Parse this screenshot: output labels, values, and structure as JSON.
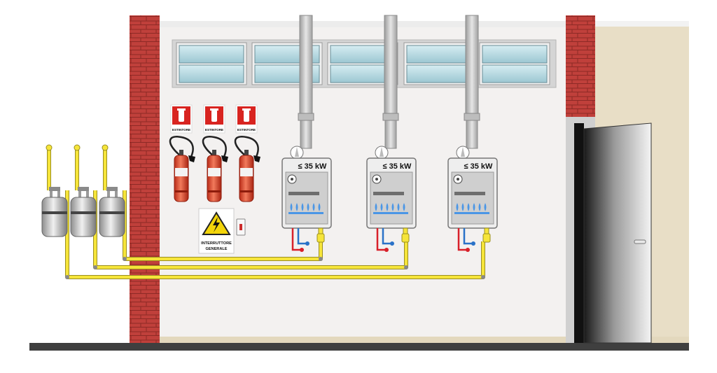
{
  "boilers": [
    {
      "power_label": "≤ 35 kW"
    },
    {
      "power_label": "≤ 35 kW"
    },
    {
      "power_label": "≤ 35 kW"
    }
  ],
  "extinguishers": [
    {
      "sign_label": "ESTINTORE"
    },
    {
      "sign_label": "ESTINTORE"
    },
    {
      "sign_label": "ESTINTORE"
    }
  ],
  "main_switch": {
    "label_line1": "INTERRUTTORE",
    "label_line2": "GENERALE"
  },
  "gas_meters": {
    "count": 3
  },
  "colors": {
    "wall": "#f3f1f0",
    "brick": "#c0403b",
    "gas_pipe": "#f6e53a",
    "hot_water": "#d8202a",
    "cold_water": "#2a72c8",
    "extinguisher": "#e24a2e",
    "sign_red": "#d82420",
    "warning_yellow": "#f2d40a",
    "floor": "#3f3f3f",
    "ground_beige": "#e8dec6"
  }
}
